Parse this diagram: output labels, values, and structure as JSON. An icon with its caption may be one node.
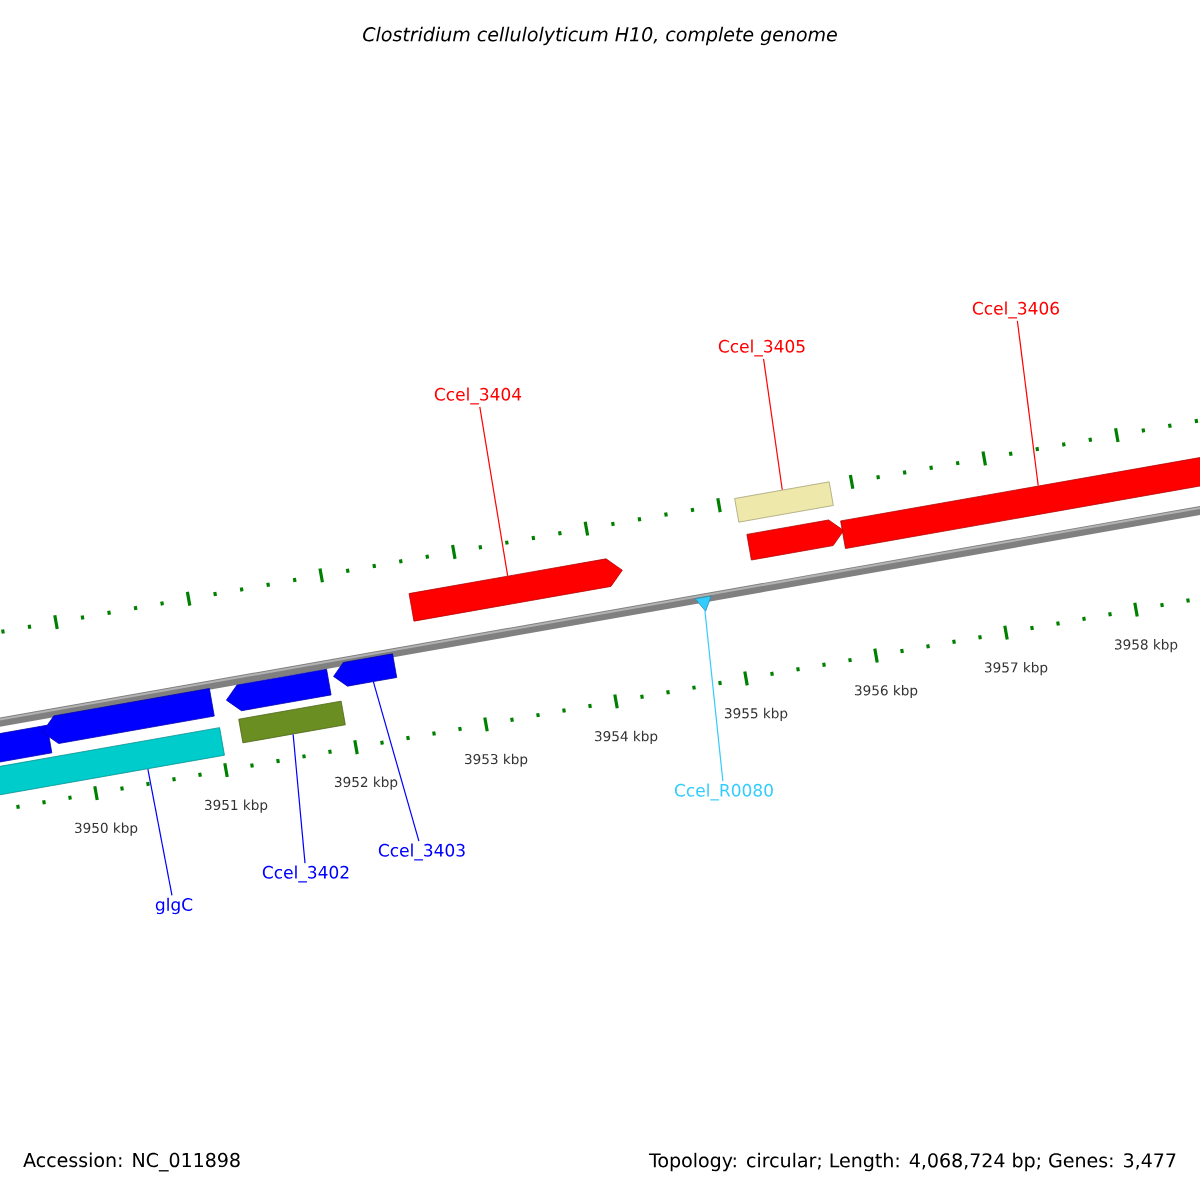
{
  "diagram": {
    "title": "Clostridium cellulolyticum H10, complete genome",
    "nodes": [
      {
        "text": [
          "Ccel_3406"
        ]
      },
      {
        "text": [
          "Ccel_3405"
        ]
      },
      {
        "text": [
          "Ccel_3404"
        ]
      },
      {
        "text": [
          "Ccel_R0080"
        ]
      },
      {
        "text": [
          "Ccel_3403"
        ]
      },
      {
        "text": [
          "Ccel_3402"
        ]
      },
      {
        "text": [
          "glgC"
        ]
      },
      {
        "text": [],
        "shape": "bar"
      },
      {
        "text": [],
        "shape": "arrow"
      },
      {
        "text": [],
        "shape": "bar"
      },
      {
        "text": [],
        "shape": "arrow"
      },
      {
        "text": [],
        "shape": "bar"
      },
      {
        "text": [],
        "shape": "arrow"
      },
      {
        "text": [],
        "shape": "arrow"
      },
      {
        "text": [],
        "shape": "bar"
      },
      {
        "text": [],
        "shape": "arrow"
      },
      {
        "text": [],
        "shape": "bar"
      },
      {
        "text": [],
        "shape": "triangle"
      }
    ],
    "edges": [
      {
        "from": 0,
        "to": 16,
        "arrow": "none",
        "color": "#ff0000"
      },
      {
        "from": 1,
        "to": 14,
        "arrow": "none",
        "color": "#ff0000"
      },
      {
        "from": 2,
        "to": 13,
        "arrow": "none",
        "color": "#ff0000"
      },
      {
        "from": 3,
        "to": 17,
        "arrow": "none",
        "color": "#33ccff"
      },
      {
        "from": 4,
        "to": 12,
        "arrow": "none",
        "color": "#0000ff"
      },
      {
        "from": 5,
        "to": 11,
        "arrow": "none",
        "color": "#0000ff"
      },
      {
        "from": 6,
        "to": 9,
        "arrow": "none",
        "color": "#0000ff"
      }
    ],
    "labels": [
      "3950 kbp",
      "3951 kbp",
      "3952 kbp",
      "3953 kbp",
      "3954 kbp",
      "3955 kbp",
      "3956 kbp",
      "3957 kbp",
      "3958 kbp",
      "Accession: NC_011898",
      "Topology: circular; Length: 4,068,724 bp; Genes: 3,477"
    ]
  }
}
